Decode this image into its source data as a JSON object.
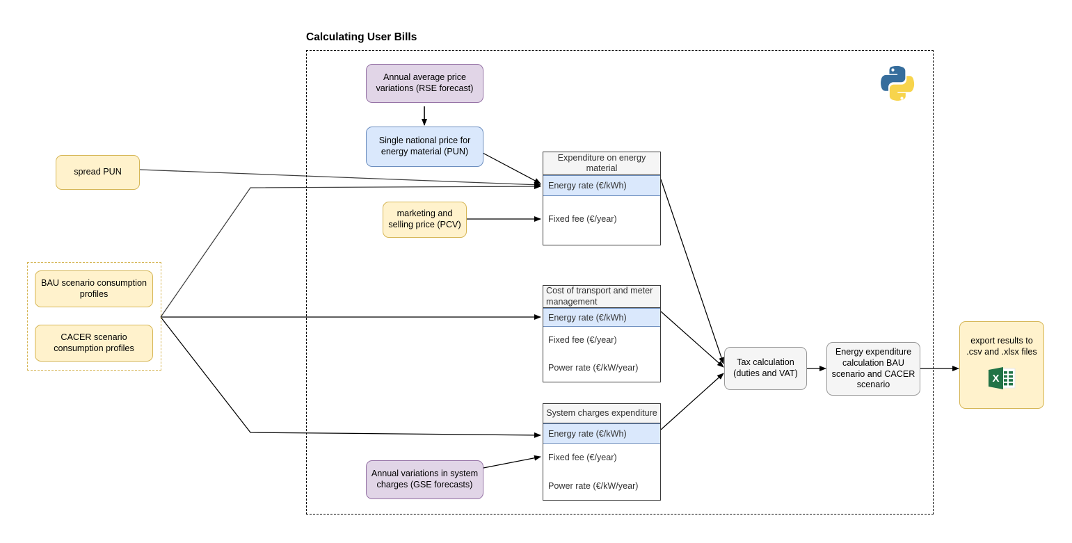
{
  "diagram": {
    "title": "Calculating User Bills",
    "group_boundary_name": "calculating-user-bills-boundary",
    "colors": {
      "yellow_fill": "#fff2cc",
      "yellow_stroke": "#d6b656",
      "purple_fill": "#e1d5e7",
      "purple_stroke": "#9673a6",
      "blue_fill": "#dae8fc",
      "blue_stroke": "#6c8ebf",
      "grey_fill": "#f5f5f5",
      "grey_stroke": "#666666",
      "edge": "#000000",
      "excel_green": "#217346",
      "python_blue": "#366d9c",
      "python_yellow": "#f7d44c"
    }
  },
  "inputs": {
    "spread_pun": "spread PUN",
    "bau_profiles": "BAU scenario consumption profiles",
    "cacer_profiles": "CACER scenario consumption profiles"
  },
  "forecasts": {
    "rse": "Annual average price variations (RSE forecast)",
    "gse": "Annual variations in system charges (GSE forecasts)"
  },
  "prices": {
    "pun": "Single national price for energy material (PUN)",
    "pcv": "marketing and selling price (PCV)"
  },
  "tables": [
    {
      "id": "expenditure-on-energy-material",
      "header": "Expenditure on energy material",
      "rows": [
        {
          "label": "Energy rate (€/kWh)",
          "highlighted": true
        },
        {
          "label": "Fixed fee (€/year)",
          "highlighted": false
        }
      ]
    },
    {
      "id": "cost-of-transport-and-meter-management",
      "header": "Cost of transport and meter management",
      "rows": [
        {
          "label": "Energy rate (€/kWh)",
          "highlighted": true
        },
        {
          "label": "Fixed fee (€/year)",
          "highlighted": false
        },
        {
          "label": "Power rate (€/kW/year)",
          "highlighted": false
        }
      ]
    },
    {
      "id": "system-charges-expenditure",
      "header": "System charges expenditure",
      "rows": [
        {
          "label": "Energy rate (€/kWh)",
          "highlighted": true
        },
        {
          "label": "Fixed fee (€/year)",
          "highlighted": false
        },
        {
          "label": "Power rate (€/kW/year)",
          "highlighted": false
        }
      ]
    }
  ],
  "processing": {
    "tax": "Tax calculation (duties and VAT)",
    "energy_expenditure": "Energy expenditure calculation BAU scenario and CACER scenario"
  },
  "output": {
    "export": "export results to .csv and .xlsx files",
    "export_icon": "excel-icon"
  },
  "icons": {
    "python": "python-logo-icon",
    "excel": "excel-file-icon"
  }
}
